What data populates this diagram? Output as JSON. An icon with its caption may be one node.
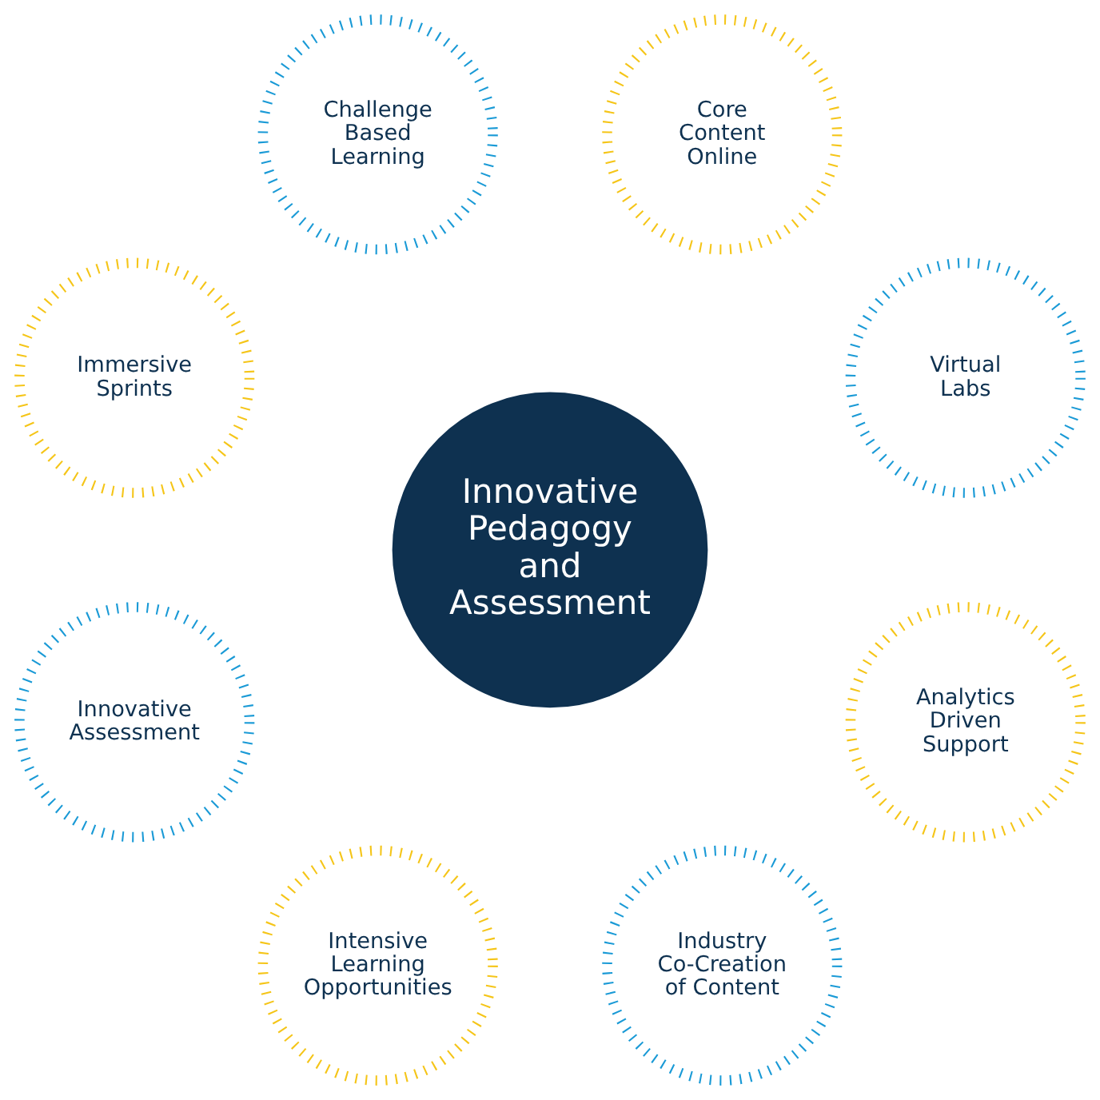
{
  "diagram": {
    "nodes": [
      {
        "text": [
          "Innovative Pedagogy and Assessment"
        ]
      },
      {
        "text": [
          "Virtual Labs"
        ]
      },
      {
        "text": [
          "Core Content Online"
        ]
      },
      {
        "text": [
          "Challenge Based Learning"
        ]
      },
      {
        "text": [
          "Immersive Sprints"
        ]
      },
      {
        "text": [
          "Innovative Assessment"
        ]
      },
      {
        "text": [
          "Intensive Learning Opportunities"
        ]
      },
      {
        "text": [
          "Industry Co-Creation of Content"
        ]
      },
      {
        "text": [
          "Analytics Driven Support"
        ]
      }
    ]
  }
}
